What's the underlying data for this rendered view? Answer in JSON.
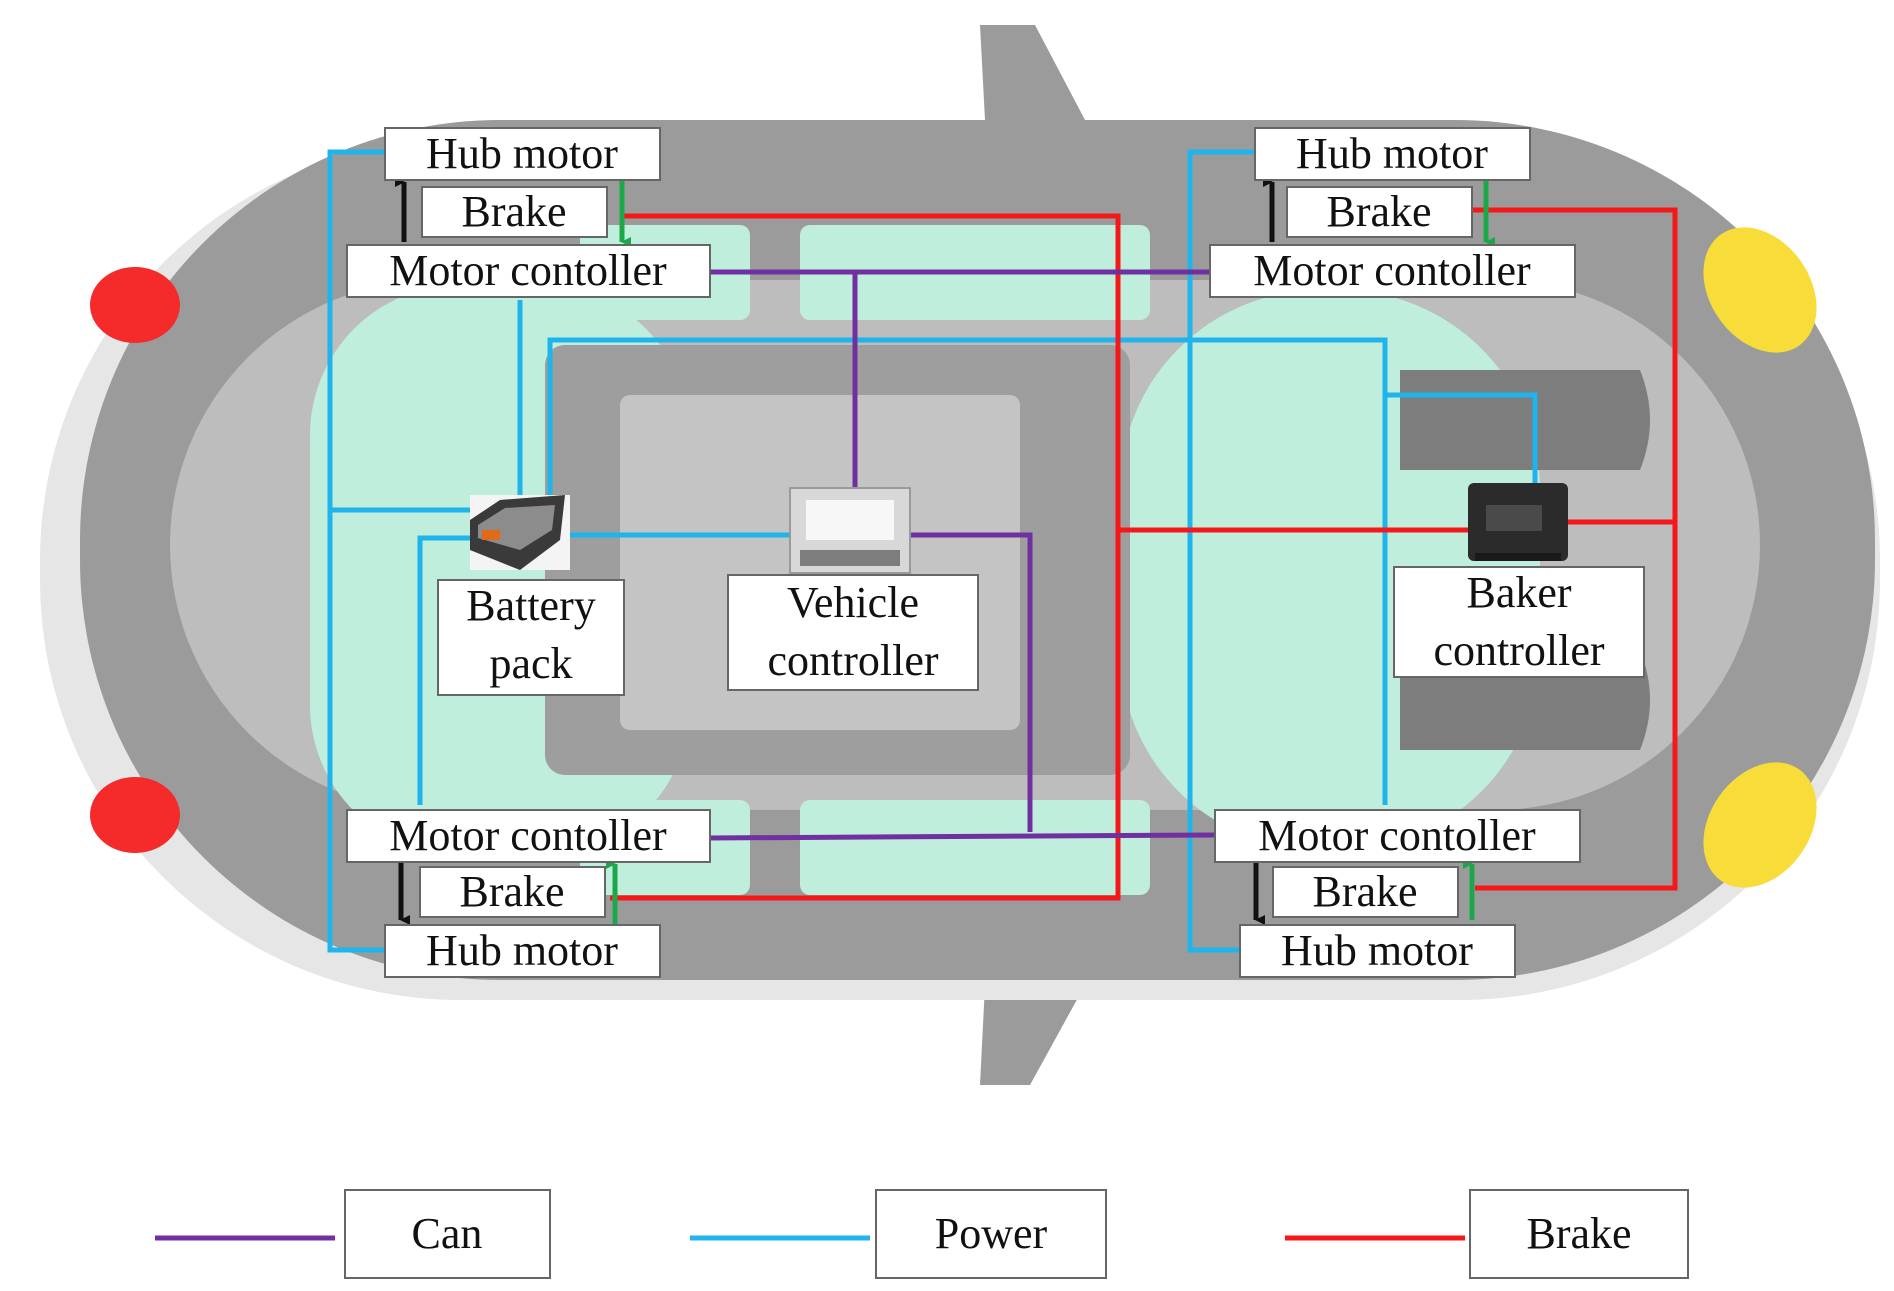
{
  "colors": {
    "can": "#7030a0",
    "power": "#1fb4ec",
    "brake": "#f51818",
    "body": "#9b9b9b",
    "cabin": "#bfeedd",
    "headlight": "#f7dc3a",
    "taillight": "#f52a2a"
  },
  "components": {
    "fl_hub_motor": "Hub motor",
    "fl_brake": "Brake",
    "fl_motor_controller": "Motor contoller",
    "fr_hub_motor": "Hub motor",
    "fr_brake": "Brake",
    "fr_motor_controller": "Motor contoller",
    "rl_motor_controller": "Motor contoller",
    "rl_brake": "Brake",
    "rl_hub_motor": "Hub motor",
    "rr_motor_controller": "Motor contoller",
    "rr_brake": "Brake",
    "rr_hub_motor": "Hub motor",
    "battery_pack": [
      "Battery",
      "pack"
    ],
    "vehicle_controller": [
      "Vehicle",
      "controller"
    ],
    "baker_controller": [
      "Baker",
      "controller"
    ]
  },
  "legend": {
    "can": "Can",
    "power": "Power",
    "brake": "Brake"
  }
}
